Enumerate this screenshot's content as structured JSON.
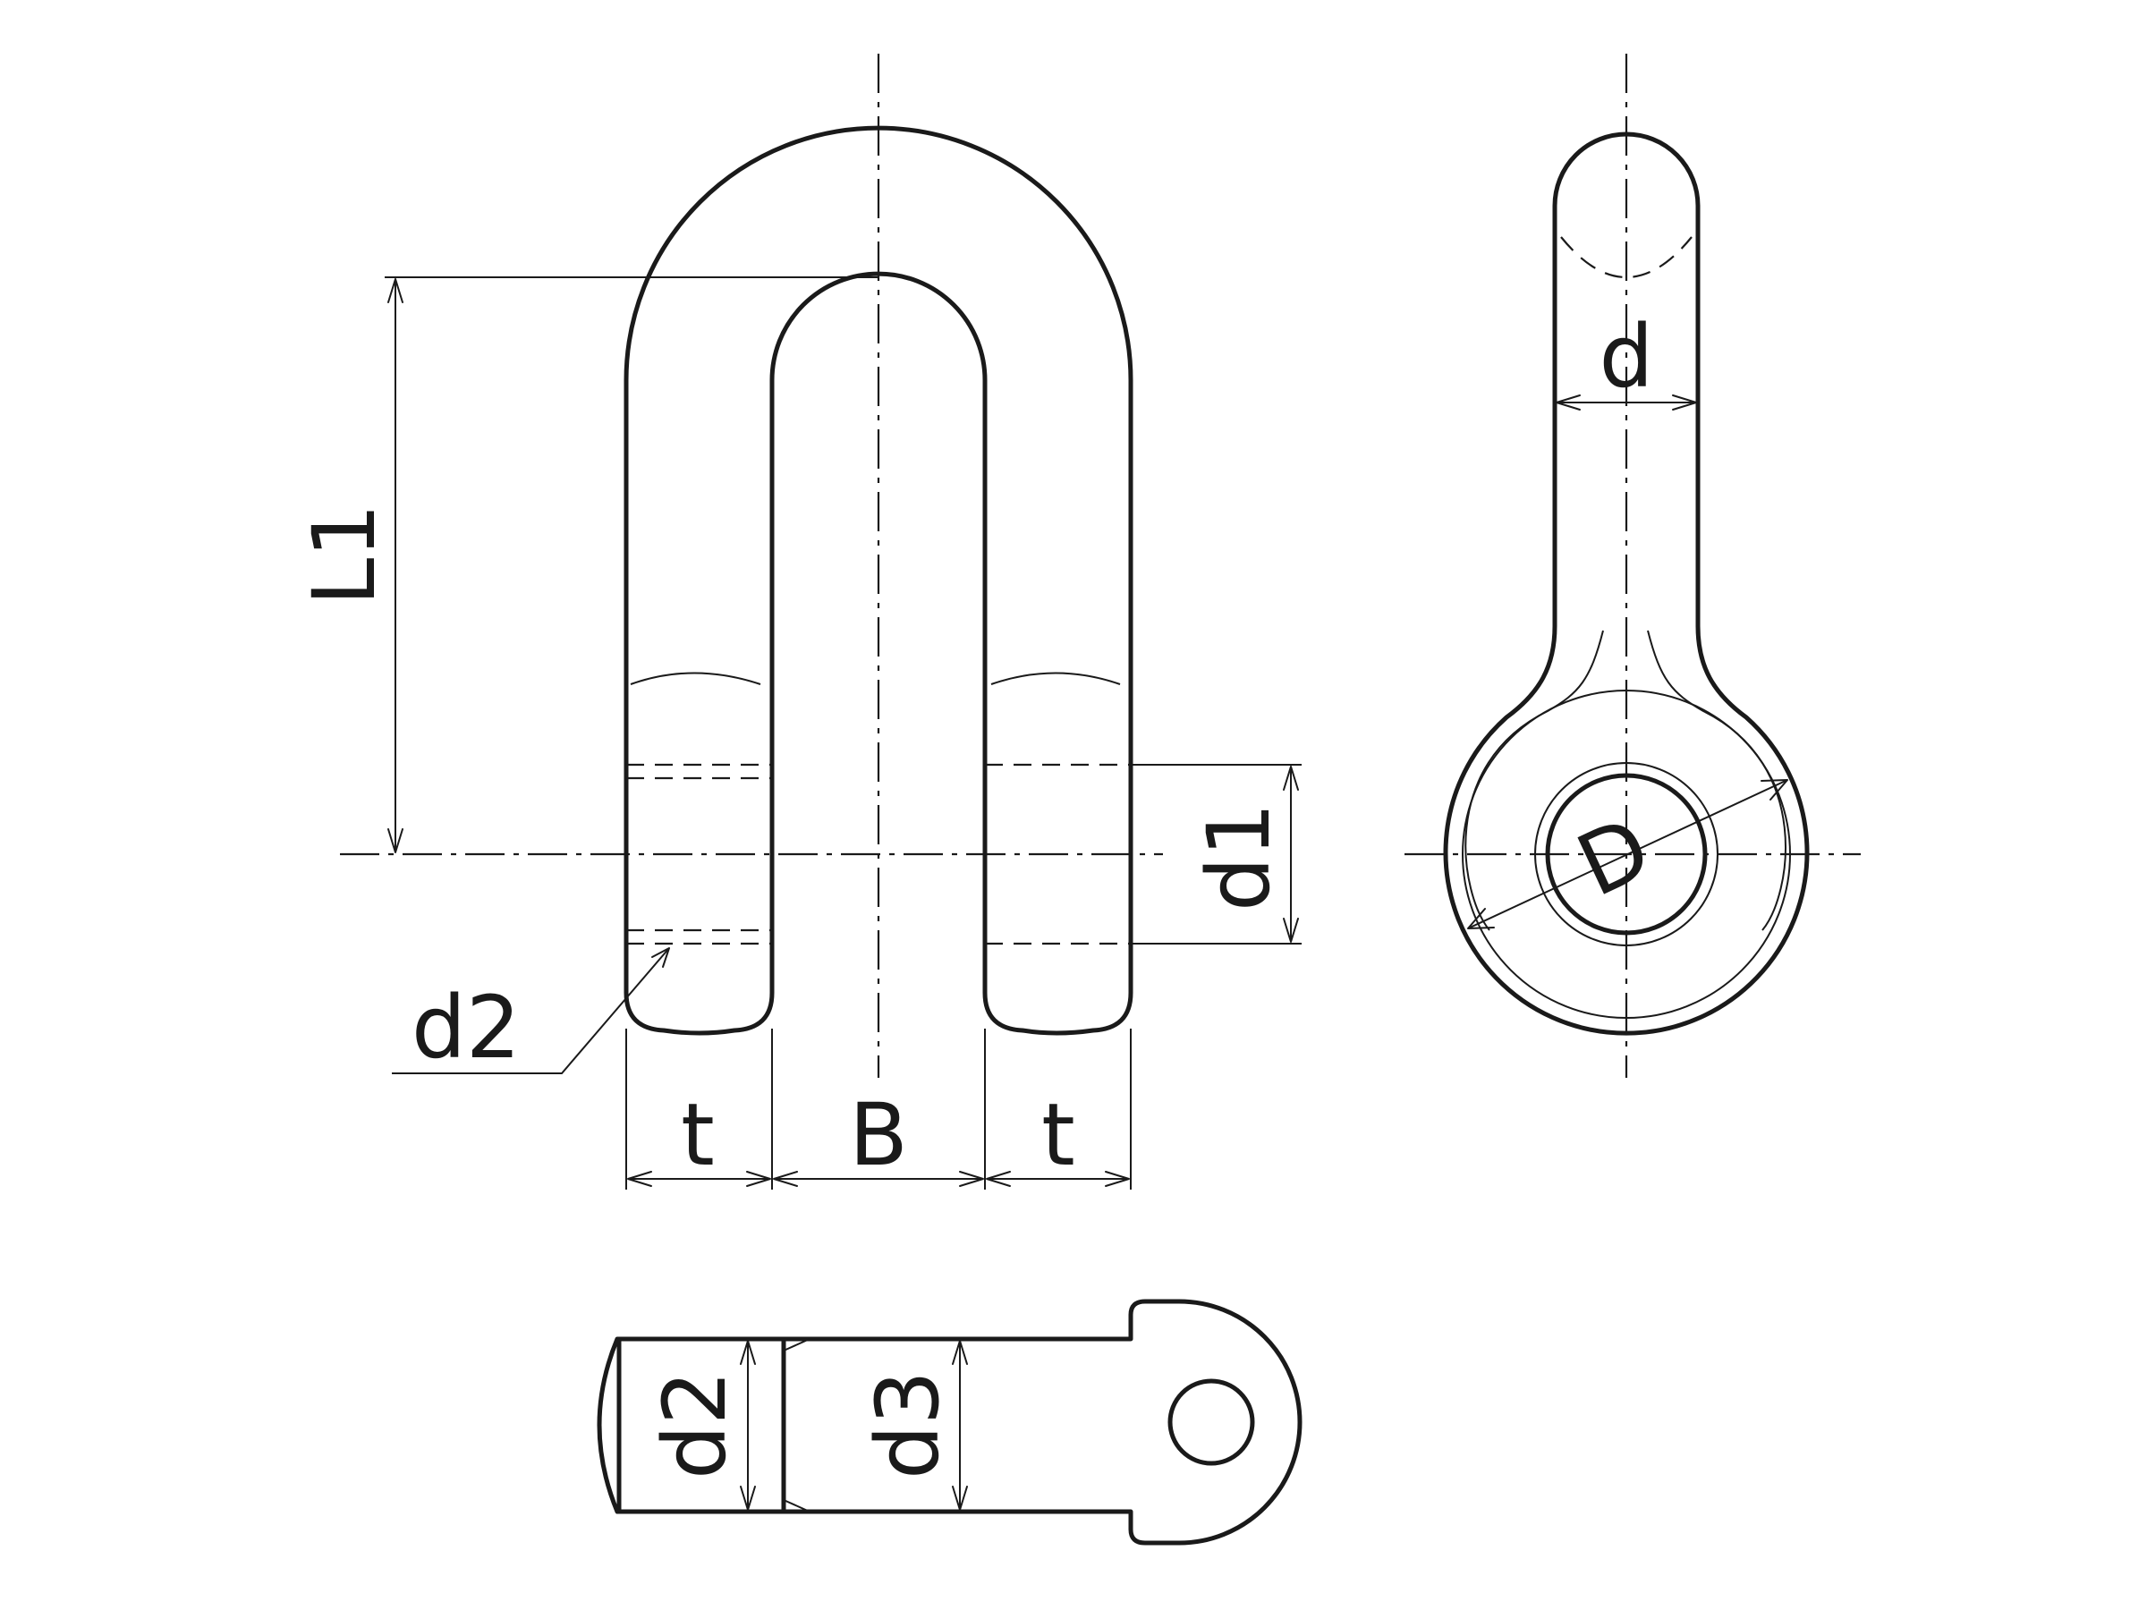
{
  "labels": {
    "L1": "L1",
    "d1": "d1",
    "d2": "d2",
    "t": "t",
    "B": "B",
    "d": "d",
    "D": "D",
    "d3": "d3"
  },
  "colors": {
    "line": "#1a1a1a",
    "background": "#ffffff"
  }
}
